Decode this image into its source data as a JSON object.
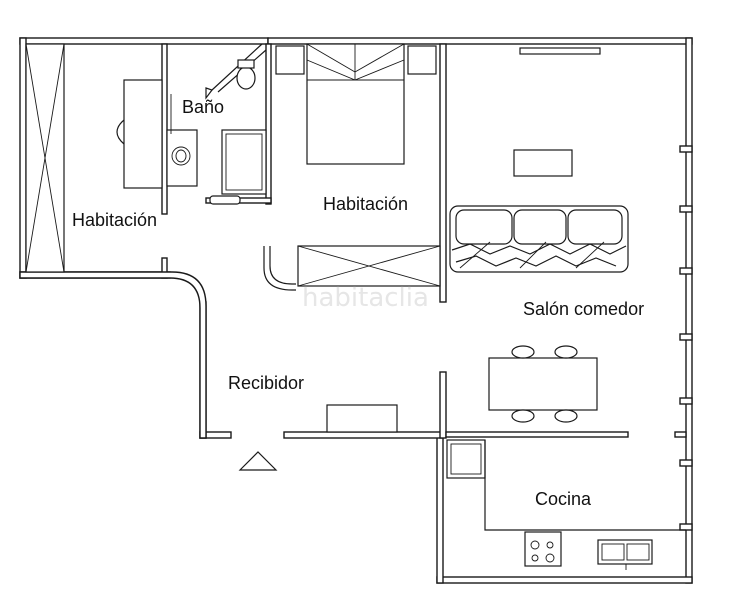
{
  "rooms": {
    "bedroom_left": "Habitación",
    "bathroom": "Baño",
    "bedroom_main": "Habitación",
    "living_dining": "Salón comedor",
    "hall": "Recibidor",
    "kitchen": "Cocina"
  },
  "watermark": "habitaclia",
  "colors": {
    "wall_stroke": "#1a1a1a",
    "background": "#ffffff",
    "watermark": "#e6e6e6"
  }
}
